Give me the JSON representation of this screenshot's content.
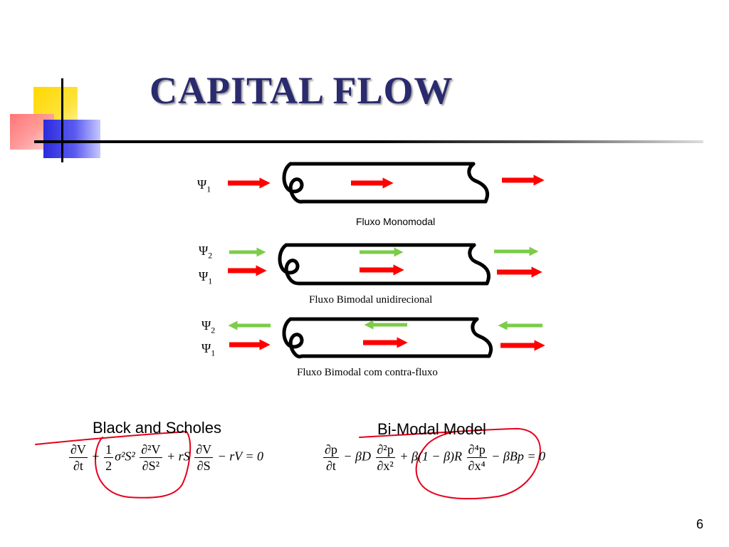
{
  "slide": {
    "title": "CAPITAL FLOW",
    "page_number": "6"
  },
  "flows": [
    {
      "caption": "Fluxo Monomodal",
      "labels": [
        {
          "sym": "Ψ",
          "sub": "1"
        }
      ]
    },
    {
      "caption": "Fluxo Bimodal unidirecional",
      "labels": [
        {
          "sym": "Ψ",
          "sub": "2"
        },
        {
          "sym": "Ψ",
          "sub": "1"
        }
      ]
    },
    {
      "caption": "Fluxo Bimodal com contra-fluxo",
      "labels": [
        {
          "sym": "Ψ",
          "sub": "2"
        },
        {
          "sym": "Ψ",
          "sub": "1"
        }
      ]
    }
  ],
  "equations": {
    "black_scholes": {
      "label": "Black and Scholes",
      "t1_num": "∂V",
      "t1_den": "∂t",
      "t2_num": "1",
      "t2_den": "2",
      "t2_body": "σ²S²",
      "t3_num": "∂²V",
      "t3_den": "∂S²",
      "t4": "+ rS",
      "t5_num": "∂V",
      "t5_den": "∂S",
      "t6": "− rV = 0"
    },
    "bimodal": {
      "label": "Bi-Modal Model",
      "t1_num": "∂p",
      "t1_den": "∂t",
      "t2": "− βD",
      "t3_num": "∂²p",
      "t3_den": "∂x²",
      "t4": "+ β(1 − β)R",
      "t5_num": "∂⁴p",
      "t5_den": "∂x⁴",
      "t6": "− βBp = 0"
    }
  },
  "colors": {
    "title": "#2a2a6e",
    "arrow_red": "#ff0000",
    "arrow_green": "#7ccc4a",
    "annotation": "#e4001b"
  }
}
